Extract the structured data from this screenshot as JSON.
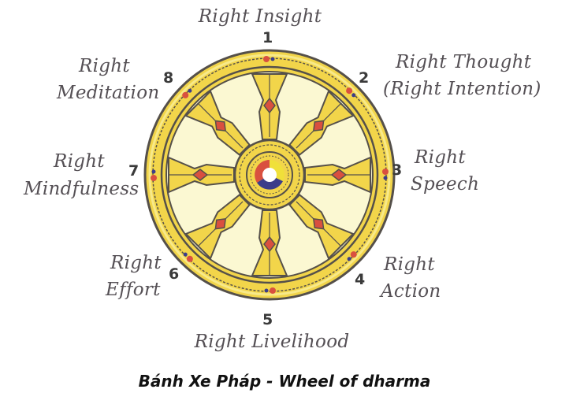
{
  "caption": "Bánh Xe Pháp - Wheel of dharma",
  "colors": {
    "gold": "#f2d54a",
    "gold_light": "#f7e98a",
    "outline": "#55504a",
    "cream": "#fbf8d2",
    "jewel_red": "#d9503f",
    "jewel_blue": "#3b3d8a"
  },
  "spokes": [
    {
      "number": "1",
      "line1": "Right Insight",
      "line2": ""
    },
    {
      "number": "2",
      "line1": "Right Thought",
      "line2": "(Right Intention)"
    },
    {
      "number": "3",
      "line1": "Right",
      "line2": "Speech"
    },
    {
      "number": "4",
      "line1": "Right",
      "line2": "Action"
    },
    {
      "number": "5",
      "line1": "Right Livelihood",
      "line2": ""
    },
    {
      "number": "6",
      "line1": "Right",
      "line2": "Effort"
    },
    {
      "number": "7",
      "line1": "Right",
      "line2": "Mindfulness"
    },
    {
      "number": "8",
      "line1": "Right",
      "line2": "Meditation"
    }
  ]
}
